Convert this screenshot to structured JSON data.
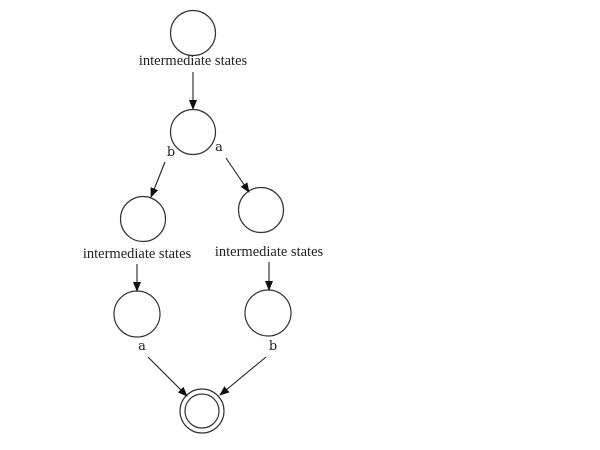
{
  "diagram": {
    "type": "state-machine",
    "colors": {
      "stroke": "#333333",
      "text": "#222222",
      "background": "#ffffff"
    },
    "states": [
      {
        "id": "s0",
        "label": "intermediate states",
        "accepting": false
      },
      {
        "id": "s1",
        "label": "",
        "accepting": false
      },
      {
        "id": "s2",
        "label": "intermediate states",
        "accepting": false
      },
      {
        "id": "s3",
        "label": "intermediate states",
        "accepting": false
      },
      {
        "id": "s4",
        "label": "",
        "accepting": false
      },
      {
        "id": "s5",
        "label": "",
        "accepting": false
      },
      {
        "id": "s6",
        "label": "",
        "accepting": true
      }
    ],
    "transitions": [
      {
        "from": "s0",
        "to": "s1",
        "label": ""
      },
      {
        "from": "s1",
        "to": "s2",
        "label": "b"
      },
      {
        "from": "s1",
        "to": "s3",
        "label": "a"
      },
      {
        "from": "s2",
        "to": "s4",
        "label": ""
      },
      {
        "from": "s3",
        "to": "s5",
        "label": ""
      },
      {
        "from": "s4",
        "to": "s6",
        "label": "a"
      },
      {
        "from": "s5",
        "to": "s6",
        "label": "b"
      }
    ],
    "labels": {
      "top": "intermediate states",
      "left_mid": "intermediate states",
      "right_mid": "intermediate states",
      "branch_b": "b",
      "branch_a": "a",
      "lower_left": "a",
      "lower_right": "b"
    }
  }
}
